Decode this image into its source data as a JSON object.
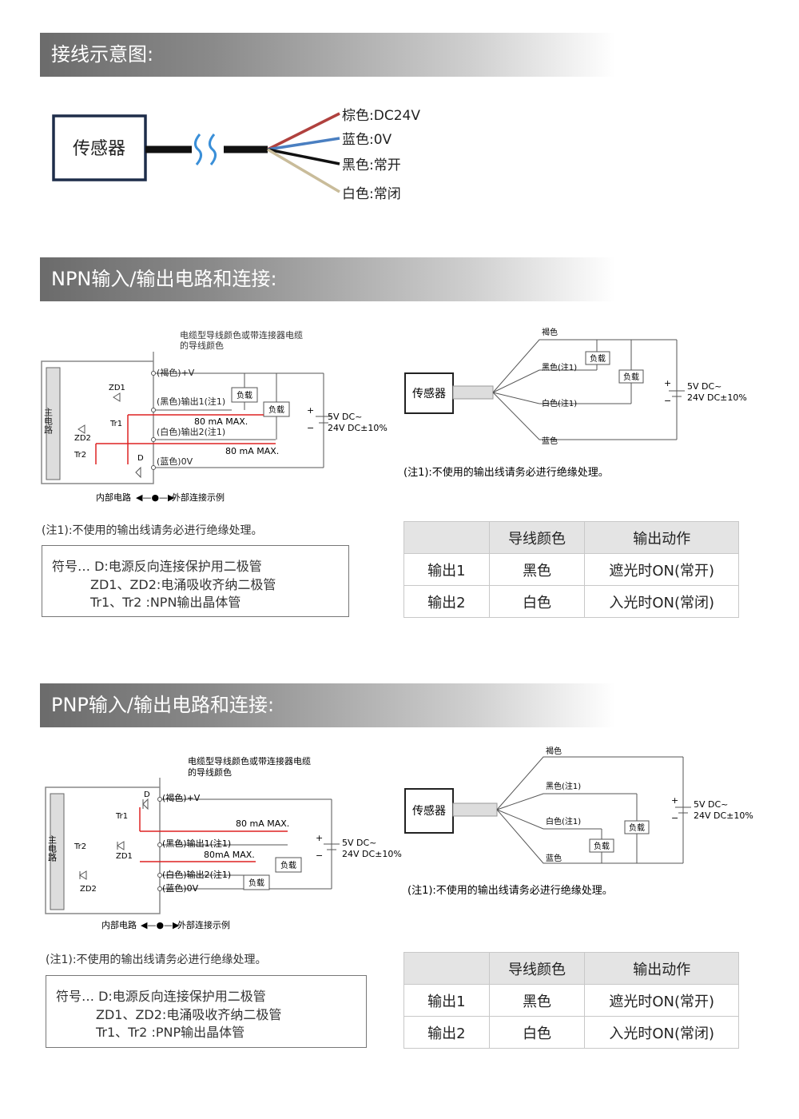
{
  "sections": {
    "wiring_title": "接线示意图:",
    "npn_title": "NPN输入/输出电路和连接:",
    "pnp_title": "PNP输入/输出电路和连接:"
  },
  "wiring": {
    "sensor_label": "传感器",
    "wires": [
      {
        "label": "棕色:DC24V",
        "color": "#b0413e"
      },
      {
        "label": "蓝色:0V",
        "color": "#4a7fc1"
      },
      {
        "label": "黑色:常开",
        "color": "#111111"
      },
      {
        "label": "白色:常闭",
        "color": "#c9bc9a"
      }
    ]
  },
  "npn": {
    "cable_note_1": "电缆型导线颜色或带连接器电缆",
    "cable_note_2": "的导线颜色",
    "main_circuit": "主电路",
    "brown": "(褐色)+V",
    "black_out1": "(黑色)输出1(注1)",
    "white_out2": "(白色)输出2(注1)",
    "blue": "(蓝色)0V",
    "max1": "80 mA MAX.",
    "max2": "80 mA MAX.",
    "load": "负载",
    "supply_1": "5V DC~",
    "supply_2": "24V DC±10%",
    "zd1": "ZD1",
    "zd2": "ZD2",
    "tr1": "Tr1",
    "tr2": "Tr2",
    "d": "D",
    "internal": "内部电路",
    "external": "外部连接示例",
    "note": "(注1):不使用的输出线请务必进行绝缘处理。",
    "legend_1": "符号… D:电源反向连接保护用二极管",
    "legend_2": "ZD1、ZD2:电涌吸收齐纳二极管",
    "legend_3": "Tr1、Tr2 :NPN输出晶体管",
    "right": {
      "sensor": "传感器",
      "brown": "褐色",
      "black": "黑色(注1)",
      "white": "白色(注1)",
      "blue": "蓝色",
      "load": "负载",
      "supply_1": "5V DC~",
      "supply_2": "24V DC±10%",
      "note": "(注1):不使用的输出线请务必进行绝缘处理。"
    },
    "table": {
      "headers": [
        "",
        "导线颜色",
        "输出动作"
      ],
      "rows": [
        [
          "输出1",
          "黑色",
          "遮光时ON(常开)"
        ],
        [
          "输出2",
          "白色",
          "入光时ON(常闭)"
        ]
      ]
    }
  },
  "pnp": {
    "cable_note_1": "电缆型导线颜色或带连接器电缆",
    "cable_note_2": "的导线颜色",
    "main_circuit": "主电路",
    "brown": "(褐色)+V",
    "black_out1": "(黑色)输出1(注1)",
    "white_out2": "(白色)输出2(注1)",
    "blue": "(蓝色)0V",
    "max1": "80 mA MAX.",
    "max2": "80mA MAX.",
    "load": "负载",
    "supply_1": "5V DC~",
    "supply_2": "24V DC±10%",
    "zd1": "ZD1",
    "zd2": "ZD2",
    "tr1": "Tr1",
    "tr2": "Tr2",
    "d": "D",
    "internal": "内部电路",
    "external": "外部连接示例",
    "note": "(注1):不使用的输出线请务必进行绝缘处理。",
    "legend_1": "符号… D:电源反向连接保护用二极管",
    "legend_2": "ZD1、ZD2:电涌吸收齐纳二极管",
    "legend_3": "Tr1、Tr2 :PNP输出晶体管",
    "right": {
      "sensor": "传感器",
      "brown": "褐色",
      "black": "黑色(注1)",
      "white": "白色(注1)",
      "blue": "蓝色",
      "load": "负载",
      "supply_1": "5V DC~",
      "supply_2": "24V DC±10%",
      "note": "(注1):不使用的输出线请务必进行绝缘处理。"
    },
    "table": {
      "headers": [
        "",
        "导线颜色",
        "输出动作"
      ],
      "rows": [
        [
          "输出1",
          "黑色",
          "遮光时ON(常开)"
        ],
        [
          "输出2",
          "白色",
          "入光时ON(常闭)"
        ]
      ]
    }
  }
}
